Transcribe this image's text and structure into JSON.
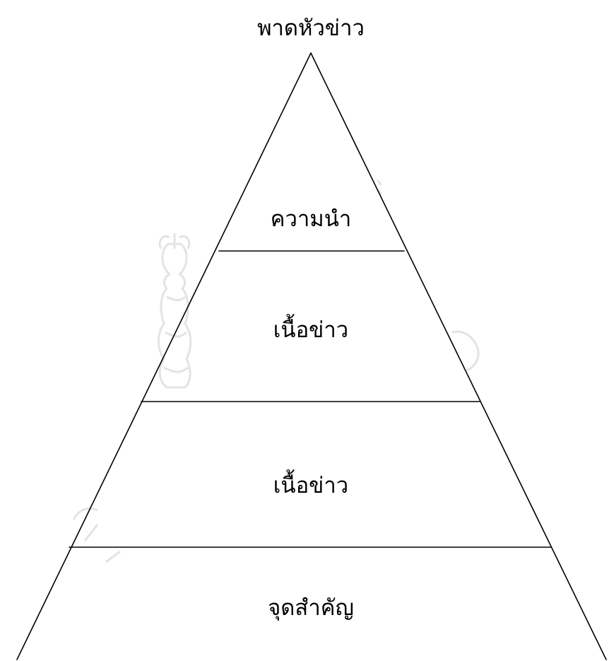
{
  "diagram": {
    "apex_label": "พาดหัวข่าว",
    "section_labels": [
      "ความนำ",
      "เนื้อข่าว",
      "เนื้อข่าว",
      "จุดสำคัญ"
    ],
    "colors": {
      "line": "#000000",
      "text": "#000000",
      "watermark": "#e3e3e3",
      "background": "#ffffff"
    }
  }
}
